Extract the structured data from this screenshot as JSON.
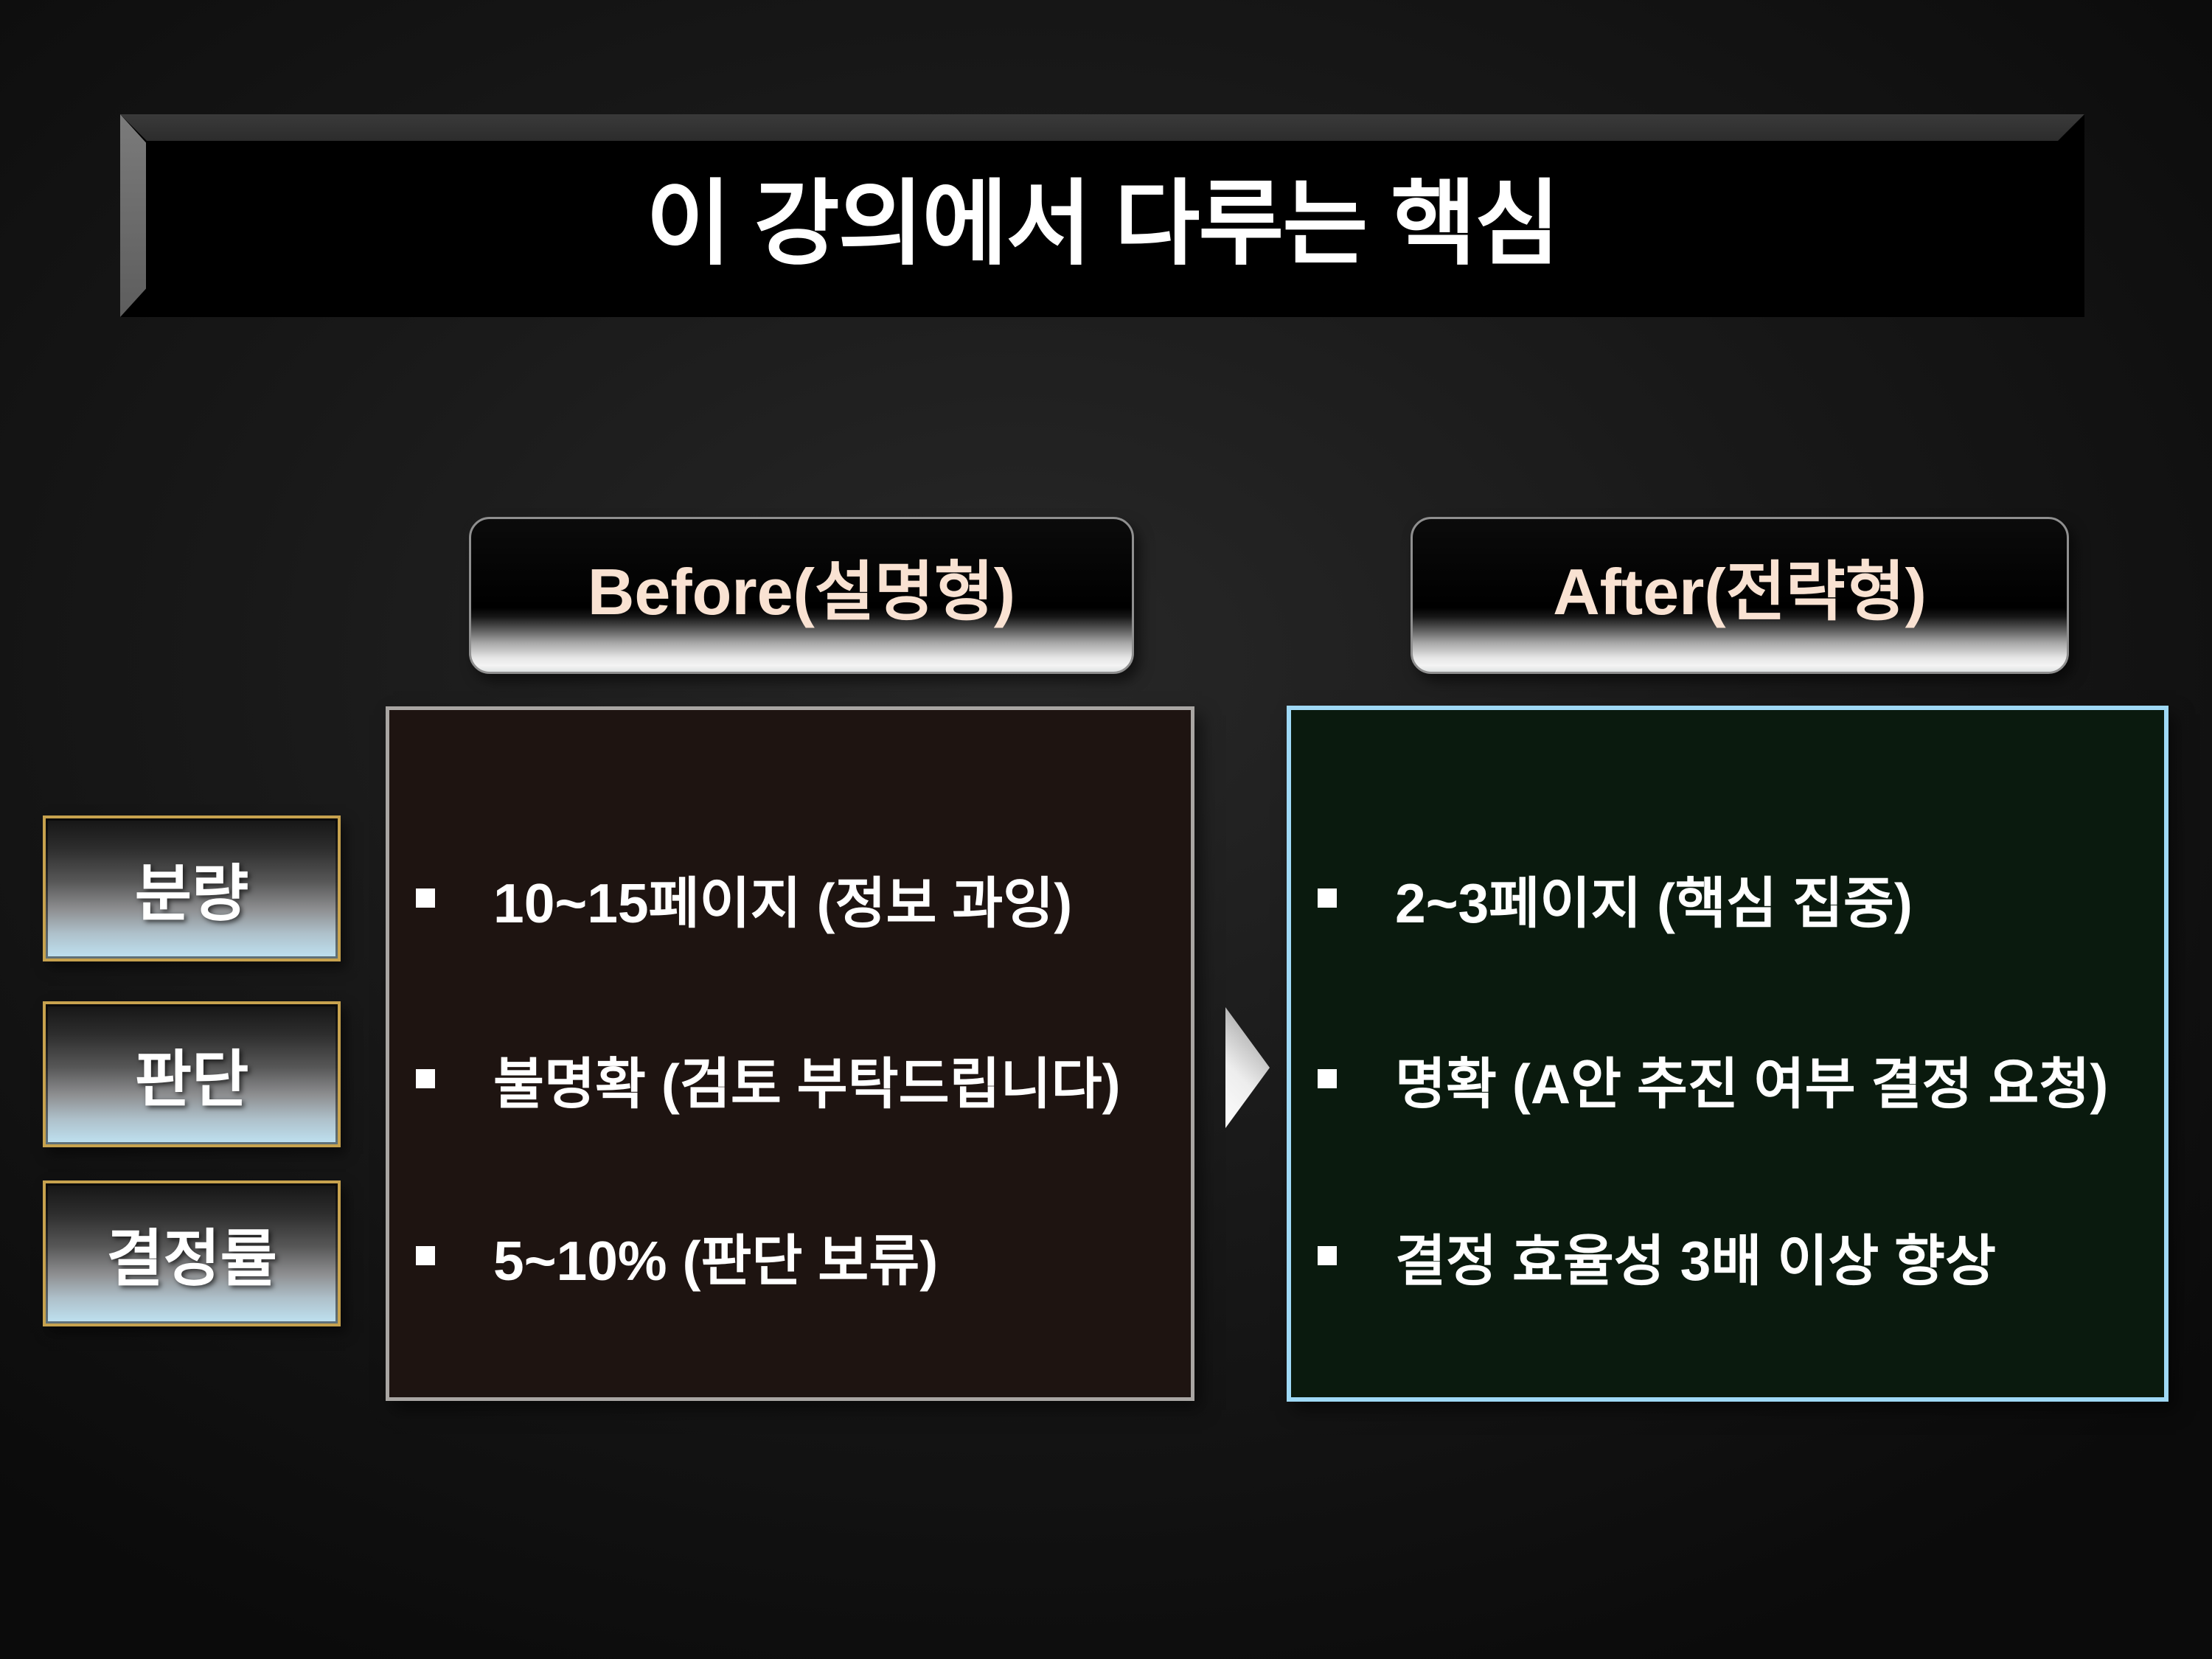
{
  "slide_title": "이 강의에서 다루는 핵심",
  "row_labels": [
    "분량",
    "판단",
    "결정률"
  ],
  "before": {
    "header": "Before(설명형)",
    "items": [
      "10~15페이지 (정보 과잉)",
      "불명확 (검토 부탁드립니다)",
      "5~10% (판단 보류)"
    ]
  },
  "after": {
    "header": "After(전략형)",
    "items": [
      "2~3페이지 (핵심 집중)",
      "명확 (A안 추진 여부 결정 요청)",
      "결정 효율성 3배 이상 향상"
    ]
  },
  "colors": {
    "header_text": "#f9e2d2",
    "label_border": "#c7a24e",
    "before_box_bg": "#1e1411",
    "before_box_border": "#a9a6a3",
    "after_box_bg": "#0a1a0e",
    "after_box_border": "#9fd9f6"
  }
}
